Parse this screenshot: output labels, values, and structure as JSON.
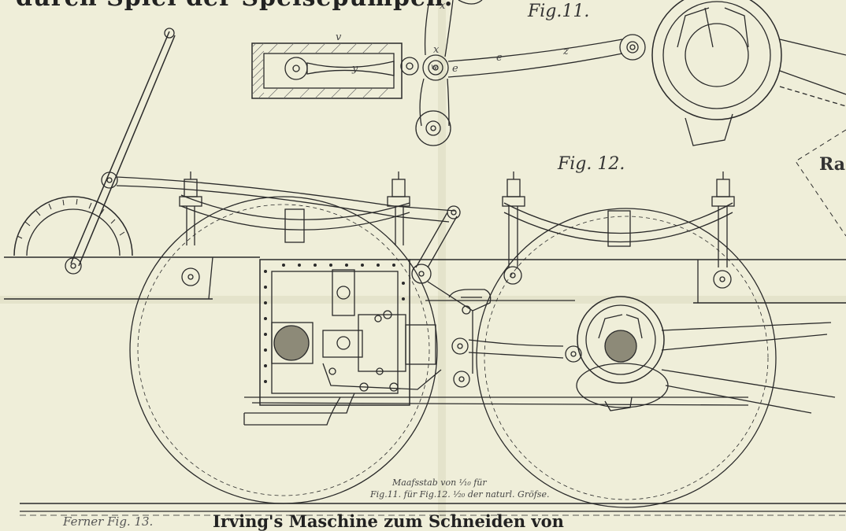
{
  "header": {
    "title_fragment": "durch Spiel der Speisepumpen."
  },
  "figures": {
    "fig11_label": "Fig.11.",
    "fig12_label": "Fig. 12."
  },
  "part_letters": {
    "v": "v",
    "x_top": "x",
    "x_mid": "x",
    "y": "y",
    "w": "w",
    "e1": "e",
    "e2": "e",
    "z": "z"
  },
  "scale_note": {
    "line1": "Maafsstab von ¹⁄₁₀ für",
    "line2": "Fig.11. für Fig.12. ¹⁄₂₀ der naturl. Gröfse."
  },
  "bottom": {
    "left_text": "Ferner Fig. 13.",
    "title": "Irving's Maschine zum Schneiden von"
  },
  "side": {
    "label": "Ra"
  },
  "colors": {
    "paper": "#efeed9",
    "ink": "#2a2a2a",
    "hatch": "#555555"
  }
}
